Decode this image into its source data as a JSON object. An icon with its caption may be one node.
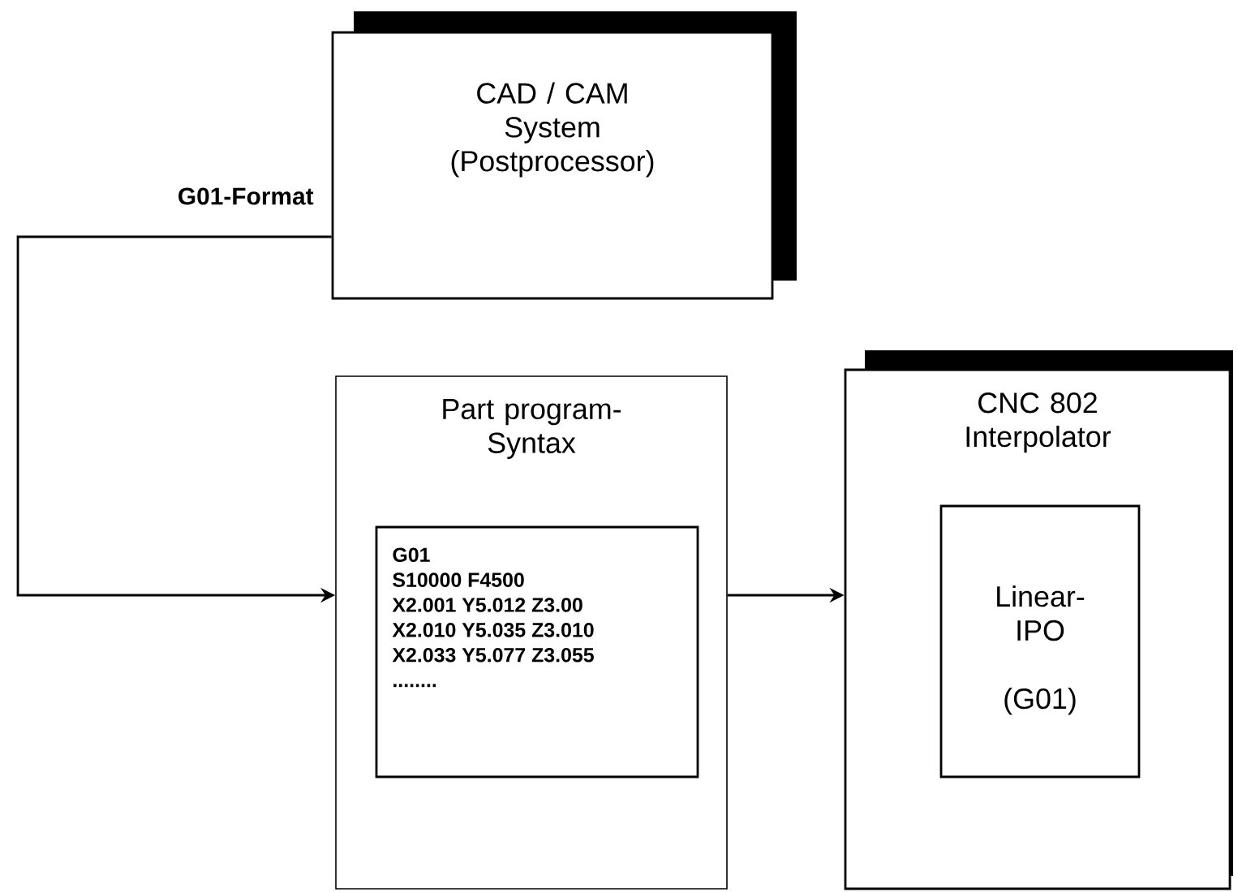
{
  "diagram": {
    "nodes": [
      {
        "text": [
          "CAD / CAM System (Postprocessor)"
        ]
      },
      {
        "text": [
          "Part program- Syntax"
        ]
      },
      {
        "text": [
          "G01",
          "S10000 F4500",
          "X2.001 Y5.012  Z3.00",
          "X2.010 Y5.035  Z3.010",
          "X2.033 Y5.077  Z3.055",
          "........"
        ],
        "in": 1
      },
      {
        "text": [
          "CNC 802 Interpolator"
        ]
      },
      {
        "text": [
          "Linear- IPO",
          "(G01)"
        ],
        "in": 3
      }
    ],
    "edges": [
      {
        "from": 0,
        "to": 1,
        "arrow": "to",
        "label": "G01-Format"
      },
      {
        "from": 1,
        "to": 3,
        "arrow": "to"
      }
    ]
  }
}
